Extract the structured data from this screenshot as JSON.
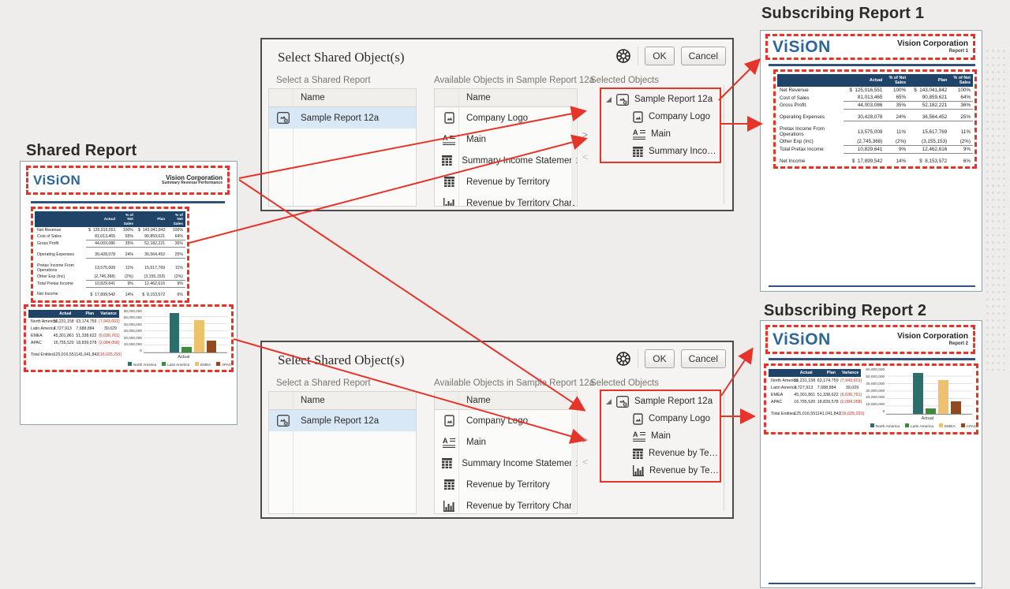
{
  "labels": {
    "shared_title": "Shared Report",
    "sub1_title": "Subscribing Report 1",
    "sub2_title": "Subscribing Report 2"
  },
  "dialog": {
    "title": "Select Shared Object(s)",
    "ok": "OK",
    "cancel": "Cancel",
    "help_icon": "wheel-help-icon",
    "left_label": "Select a Shared Report",
    "mid_label": "Available Objects in Sample Report 12a",
    "right_label": "Selected Objects",
    "name_header": "Name",
    "shared_report_name": "Sample Report 12a",
    "shuttle_right": ">",
    "shuttle_left": "<",
    "available": [
      {
        "icon": "image-icon",
        "label": "Company Logo"
      },
      {
        "icon": "text-icon",
        "label": "Main"
      },
      {
        "icon": "grid-icon",
        "label": "Summary Income Statement"
      },
      {
        "icon": "grid-icon",
        "label": "Revenue by Territory"
      },
      {
        "icon": "bar-chart-icon",
        "label": "Revenue by Territory Chart"
      }
    ]
  },
  "dialog1": {
    "selected": [
      "Sample Report 12a",
      "Company Logo",
      "Main",
      "Summary Income Stat..."
    ]
  },
  "dialog2": {
    "selected": [
      "Sample Report 12a",
      "Company Logo",
      "Main",
      "Revenue by Territory",
      "Revenue by Territory C..."
    ]
  },
  "report": {
    "logo": "ViSiON",
    "company": "Vision Corporation",
    "shared_subtitle": "Summary Revenue Performance",
    "report1_subtitle": "Report 1",
    "report2_subtitle": "Report 2",
    "income_table": {
      "headers": [
        "",
        "Actual",
        "% of Net Sales",
        "Plan",
        "% of Net Sales"
      ],
      "rows": [
        [
          "Net Revenue",
          "$  125,016,551",
          "100%",
          "$  143,041,842",
          "100%"
        ],
        [
          "Cost of Sales",
          "81,013,465",
          "65%",
          "90,859,621",
          "64%"
        ],
        [
          "Gross Profit",
          "44,003,086",
          "35%",
          "52,182,221",
          "36%"
        ],
        [
          "Operating Expenses",
          "30,428,078",
          "24%",
          "36,564,452",
          "25%"
        ],
        [
          "Pretax Income From Operations",
          "13,575,009",
          "11%",
          "15,617,769",
          "11%"
        ],
        [
          "Other Exp (Inc)",
          "(2,745,368)",
          "(2%)",
          "(3,155,153)",
          "(2%)"
        ],
        [
          "Total Pretax Income",
          "10,829,641",
          "9%",
          "12,462,616",
          "9%"
        ],
        [
          "Net Income",
          "$  17,899,542",
          "14%",
          "$  8,153,572",
          "6%"
        ]
      ]
    },
    "territory_table": {
      "headers": [
        "",
        "Actual",
        "Plan",
        "Variance"
      ],
      "rows": [
        [
          "North America",
          "55,231,158",
          "63,174,759",
          "(7,943,601)"
        ],
        [
          "Latin America",
          "7,727,913",
          "7,688,884",
          "39,029"
        ],
        [
          "EMEA",
          "45,301,861",
          "51,338,622",
          "(6,036,761)"
        ],
        [
          "APAC",
          "16,755,520",
          "18,839,578",
          "(2,084,058)"
        ],
        [
          "Total Entities",
          "125,016,551",
          "141,041,842",
          "(16,025,291)"
        ]
      ]
    }
  },
  "chart_data": {
    "type": "bar",
    "title": "Revenue by Territory Chart",
    "categories": [
      "North America",
      "Latin America",
      "EMEA",
      "APAC"
    ],
    "values": [
      55231158,
      7727913,
      45301861,
      16755520
    ],
    "colors": [
      "#2a6f6c",
      "#3c8c3c",
      "#eec26d",
      "#93481f"
    ],
    "xlabel": "Actual",
    "ylabel": "",
    "ylim": [
      0,
      60000000
    ],
    "ymax": 60000000,
    "yticks": [
      "60,000,000",
      "50,000,000",
      "40,000,000",
      "30,000,000",
      "20,000,000",
      "10,000,000",
      "0"
    ],
    "grid": true,
    "legend_position": "bottom"
  },
  "colors": {
    "accent_red": "#e5352b",
    "navy": "#1f4468",
    "logo_blue": "#2f6698",
    "selection_blue": "#d9e8f6",
    "negative_red": "#cf2a1f"
  }
}
